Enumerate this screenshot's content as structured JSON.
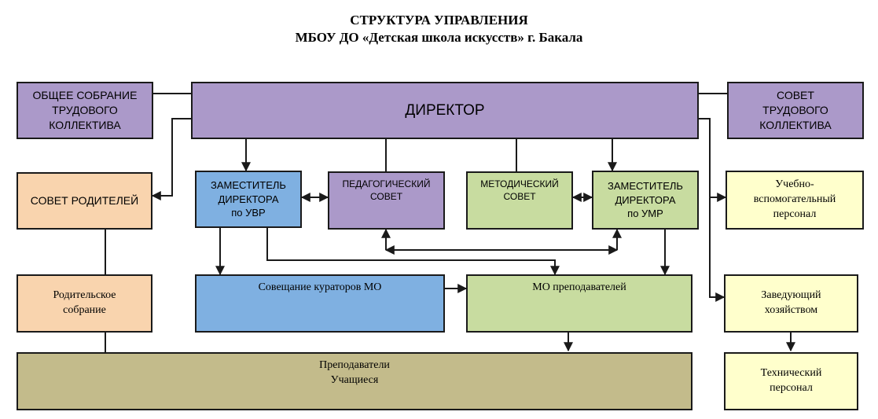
{
  "title": {
    "line1": "СТРУКТУРА УПРАВЛЕНИЯ",
    "line2": "МБОУ ДО «Детская школа искусств» г. Бакала"
  },
  "nodes": {
    "general_meeting": "ОБЩЕЕ СОБРАНИЕ\nТРУДОВОГО\nКОЛЛЕКТИВА",
    "director": "ДИРЕКТОР",
    "labor_council": "СОВЕТ\nТРУДОВОГО\nКОЛЛЕКТИВА",
    "parents_council": "СОВЕТ РОДИТЕЛЕЙ",
    "deputy_uvr": "ЗАМЕСТИТЕЛЬ\nДИРЕКТОРА\nпо УВР",
    "ped_council": "ПЕДАГОГИЧЕСКИЙ\nСОВЕТ",
    "method_council": "МЕТОДИЧЕСКИЙ\nСОВЕТ",
    "deputy_umr": "ЗАМЕСТИТЕЛЬ\nДИРЕКТОРА\nпо УМР",
    "support_staff": "Учебно-\nвспомогательный\nперсонал",
    "parents_meeting": "Родительское\nсобрание",
    "curators_meeting": "Совещание кураторов МО",
    "teachers_mo": "МО преподавателей",
    "housekeeping": "Заведующий\nхозяйством",
    "teachers_students": "Преподаватели\nУчащиеся",
    "technical_staff": "Технический\nперсонал"
  },
  "colors": {
    "purple": "#ab99c9",
    "blue": "#7fb0e1",
    "green": "#c8dca0",
    "peach": "#f9d4ae",
    "yellow": "#ffffcc",
    "olive": "#c3bb8b",
    "line": "#1a1a1a"
  }
}
